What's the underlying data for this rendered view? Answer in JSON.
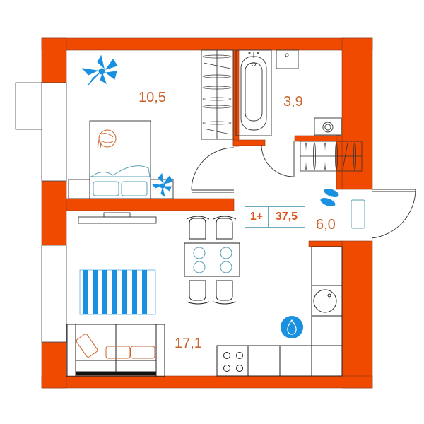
{
  "plan": {
    "type": "apartment-floor-plan",
    "colors": {
      "wall": "#f04a00",
      "accent_blue": "#1a90e0",
      "label": "#c8642c",
      "badge_text": "#e0531a",
      "badge_border": "#6fa9c0",
      "line": "#222222",
      "soft_line": "#5aa0b4"
    },
    "summary": {
      "rooms": "1+",
      "total_area": "37,5"
    },
    "rooms": [
      {
        "id": "bedroom",
        "area": "10,5"
      },
      {
        "id": "bathroom",
        "area": "3,9"
      },
      {
        "id": "hallway",
        "area": "6,0"
      },
      {
        "id": "living-kitchen",
        "area": "17,1"
      }
    ],
    "icons": {
      "water": "water-drop-icon",
      "slippers": "slippers-icon",
      "plant": "plant-icon",
      "cat": "sleeping-cat-icon"
    }
  }
}
